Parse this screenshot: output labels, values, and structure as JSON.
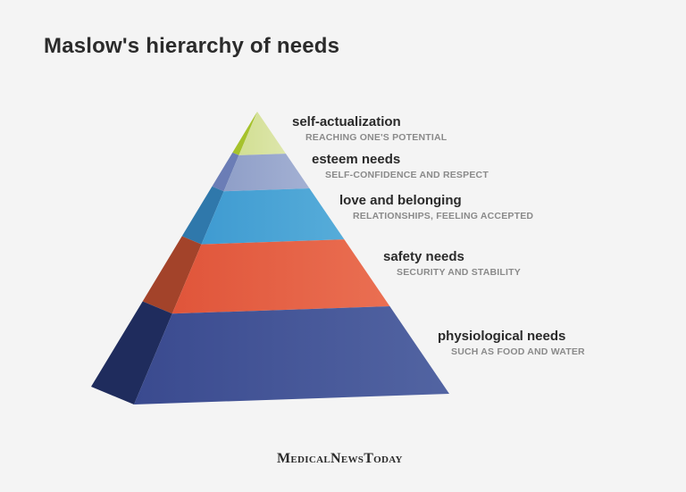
{
  "title": "Maslow's hierarchy of needs",
  "levels": [
    {
      "name": "self-actualization",
      "description": "REACHING ONE'S POTENTIAL",
      "color": "#d6e29b",
      "side_color": "#a6c22c"
    },
    {
      "name": "esteem needs",
      "description": "SELF-CONFIDENCE AND RESPECT",
      "color": "#97a6cc",
      "side_color": "#6b7db6"
    },
    {
      "name": "love and belonging",
      "description": "RELATIONSHIPS, FEELING ACCEPTED",
      "color": "#4ba4d6",
      "side_color": "#2f78ab"
    },
    {
      "name": "safety needs",
      "description": "SECURITY AND STABILITY",
      "color": "#e35b3d",
      "side_color": "#a3432a"
    },
    {
      "name": "physiological needs",
      "description": "SUCH AS FOOD AND WATER",
      "color": "#3f4f93",
      "side_color": "#1f2c5d"
    }
  ],
  "brand": "MedicalNewsToday"
}
